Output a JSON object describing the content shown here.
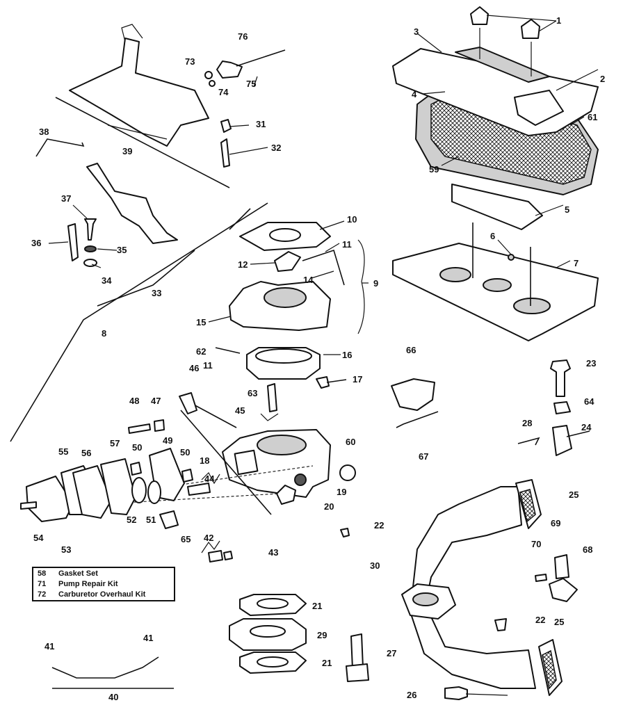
{
  "callouts": [
    {
      "id": "c1",
      "text": "1"
    },
    {
      "id": "c2",
      "text": "2"
    },
    {
      "id": "c3",
      "text": "3"
    },
    {
      "id": "c4",
      "text": "4"
    },
    {
      "id": "c5",
      "text": "5"
    },
    {
      "id": "c6",
      "text": "6"
    },
    {
      "id": "c7",
      "text": "7"
    },
    {
      "id": "c8",
      "text": "8"
    },
    {
      "id": "c9",
      "text": "9"
    },
    {
      "id": "c10",
      "text": "10"
    },
    {
      "id": "c11a",
      "text": "11"
    },
    {
      "id": "c11b",
      "text": "11"
    },
    {
      "id": "c12",
      "text": "12"
    },
    {
      "id": "c14",
      "text": "14"
    },
    {
      "id": "c15",
      "text": "15"
    },
    {
      "id": "c16",
      "text": "16"
    },
    {
      "id": "c17",
      "text": "17"
    },
    {
      "id": "c18",
      "text": "18"
    },
    {
      "id": "c19",
      "text": "19"
    },
    {
      "id": "c20",
      "text": "20"
    },
    {
      "id": "c21a",
      "text": "21"
    },
    {
      "id": "c21b",
      "text": "21"
    },
    {
      "id": "c22a",
      "text": "22"
    },
    {
      "id": "c22b",
      "text": "22"
    },
    {
      "id": "c23",
      "text": "23"
    },
    {
      "id": "c24",
      "text": "24"
    },
    {
      "id": "c25a",
      "text": "25"
    },
    {
      "id": "c25b",
      "text": "25"
    },
    {
      "id": "c26",
      "text": "26"
    },
    {
      "id": "c27",
      "text": "27"
    },
    {
      "id": "c28",
      "text": "28"
    },
    {
      "id": "c29",
      "text": "29"
    },
    {
      "id": "c30",
      "text": "30"
    },
    {
      "id": "c31",
      "text": "31"
    },
    {
      "id": "c32",
      "text": "32"
    },
    {
      "id": "c33",
      "text": "33"
    },
    {
      "id": "c34",
      "text": "34"
    },
    {
      "id": "c35",
      "text": "35"
    },
    {
      "id": "c36",
      "text": "36"
    },
    {
      "id": "c37",
      "text": "37"
    },
    {
      "id": "c38",
      "text": "38"
    },
    {
      "id": "c39",
      "text": "39"
    },
    {
      "id": "c40",
      "text": "40"
    },
    {
      "id": "c41a",
      "text": "41"
    },
    {
      "id": "c41b",
      "text": "41"
    },
    {
      "id": "c42",
      "text": "42"
    },
    {
      "id": "c43",
      "text": "43"
    },
    {
      "id": "c44",
      "text": "44"
    },
    {
      "id": "c45",
      "text": "45"
    },
    {
      "id": "c46",
      "text": "46"
    },
    {
      "id": "c47",
      "text": "47"
    },
    {
      "id": "c48",
      "text": "48"
    },
    {
      "id": "c49",
      "text": "49"
    },
    {
      "id": "c50a",
      "text": "50"
    },
    {
      "id": "c50b",
      "text": "50"
    },
    {
      "id": "c51",
      "text": "51"
    },
    {
      "id": "c52",
      "text": "52"
    },
    {
      "id": "c53",
      "text": "53"
    },
    {
      "id": "c54",
      "text": "54"
    },
    {
      "id": "c55",
      "text": "55"
    },
    {
      "id": "c56",
      "text": "56"
    },
    {
      "id": "c57",
      "text": "57"
    },
    {
      "id": "c59",
      "text": "59"
    },
    {
      "id": "c60",
      "text": "60"
    },
    {
      "id": "c61",
      "text": "61"
    },
    {
      "id": "c62",
      "text": "62"
    },
    {
      "id": "c63",
      "text": "63"
    },
    {
      "id": "c64",
      "text": "64"
    },
    {
      "id": "c65",
      "text": "65"
    },
    {
      "id": "c66",
      "text": "66"
    },
    {
      "id": "c67",
      "text": "67"
    },
    {
      "id": "c68",
      "text": "68"
    },
    {
      "id": "c69",
      "text": "69"
    },
    {
      "id": "c70",
      "text": "70"
    },
    {
      "id": "c73",
      "text": "73"
    },
    {
      "id": "c74",
      "text": "74"
    },
    {
      "id": "c75",
      "text": "75"
    },
    {
      "id": "c76",
      "text": "76"
    }
  ],
  "legend": [
    {
      "num": "58",
      "label": "Gasket Set"
    },
    {
      "num": "71",
      "label": "Pump Repair Kit"
    },
    {
      "num": "72",
      "label": "Carburetor Overhaul Kit"
    }
  ]
}
